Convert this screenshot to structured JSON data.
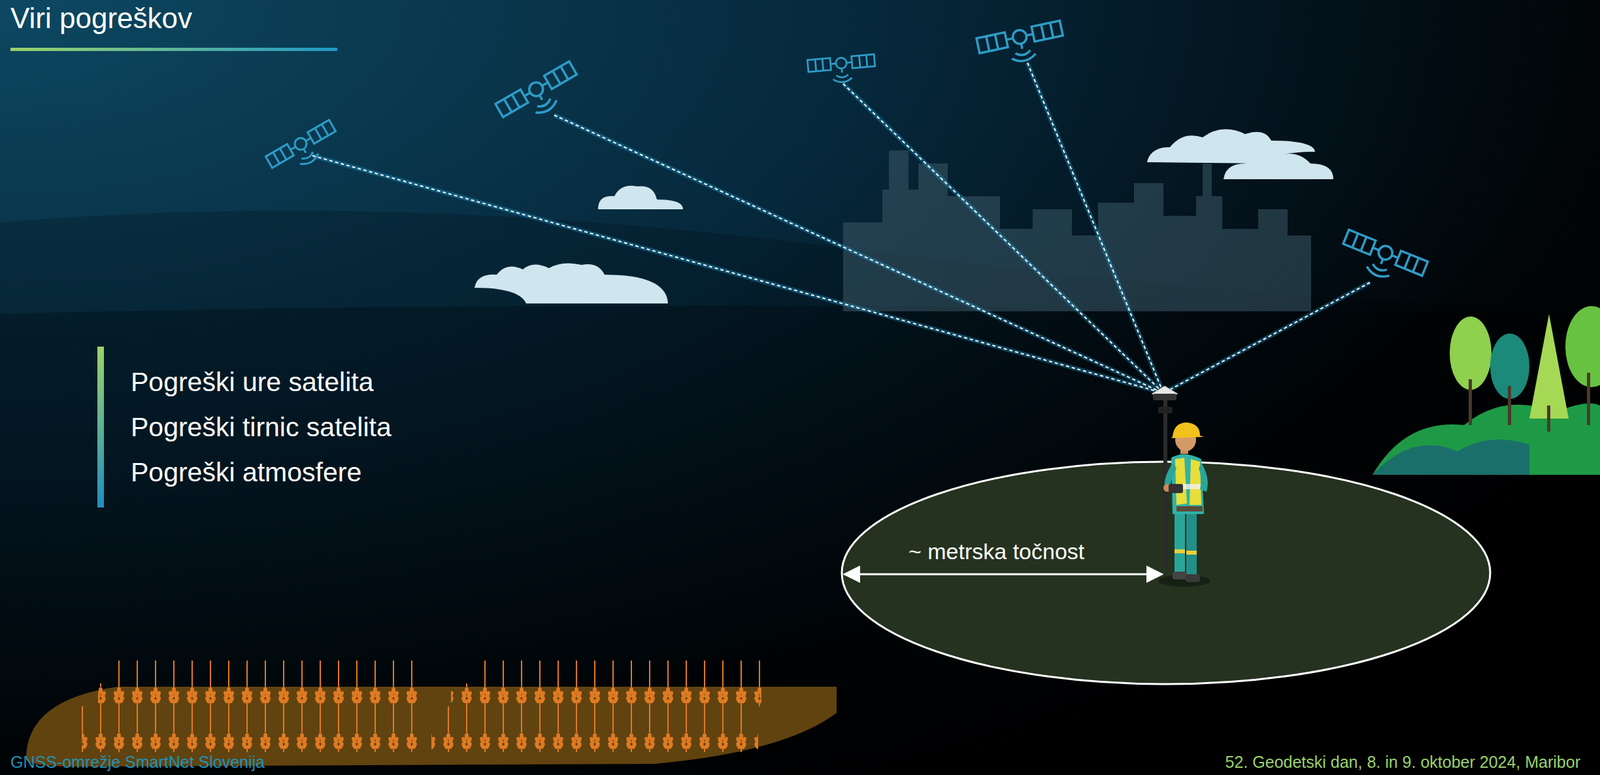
{
  "diagram": {
    "title": "Viri pogreškov",
    "nodes": [
      {
        "text": [
          "~ metrska točnost"
        ]
      }
    ],
    "labels": [
      "Pogreški ure satelita",
      "Pogreški tirnic satelita",
      "Pogreški atmosfere",
      "GNSS-omrežje SmartNet Slovenija",
      "52. Geodetski dan, 8. in 9. oktober 2024, Maribor"
    ]
  }
}
